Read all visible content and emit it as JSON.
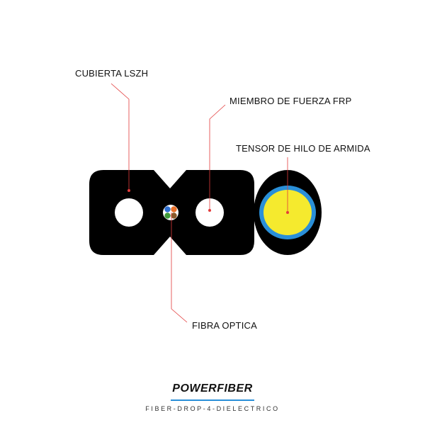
{
  "labels": {
    "cubierta": "CUBIERTA LSZH",
    "miembro": "MIEMBRO DE FUERZA FRP",
    "tensor": "TENSOR DE HILO DE ARMIDA",
    "fibra": "FIBRA OPTICA"
  },
  "brand": {
    "name": "POWERFIBER",
    "subtitle": "FIBER-DROP-4-DIELECTRICO"
  },
  "colors": {
    "jacket": "#000000",
    "leader_line": "#e23b3b",
    "tensor_yellow": "#f5ea2e",
    "tensor_ring": "#2a8fd8",
    "brand_underline": "#2a8fd8",
    "fiber_colors": [
      "#2e6fd1",
      "#e8702a",
      "#3f9a3a",
      "#8a5a2b"
    ]
  }
}
